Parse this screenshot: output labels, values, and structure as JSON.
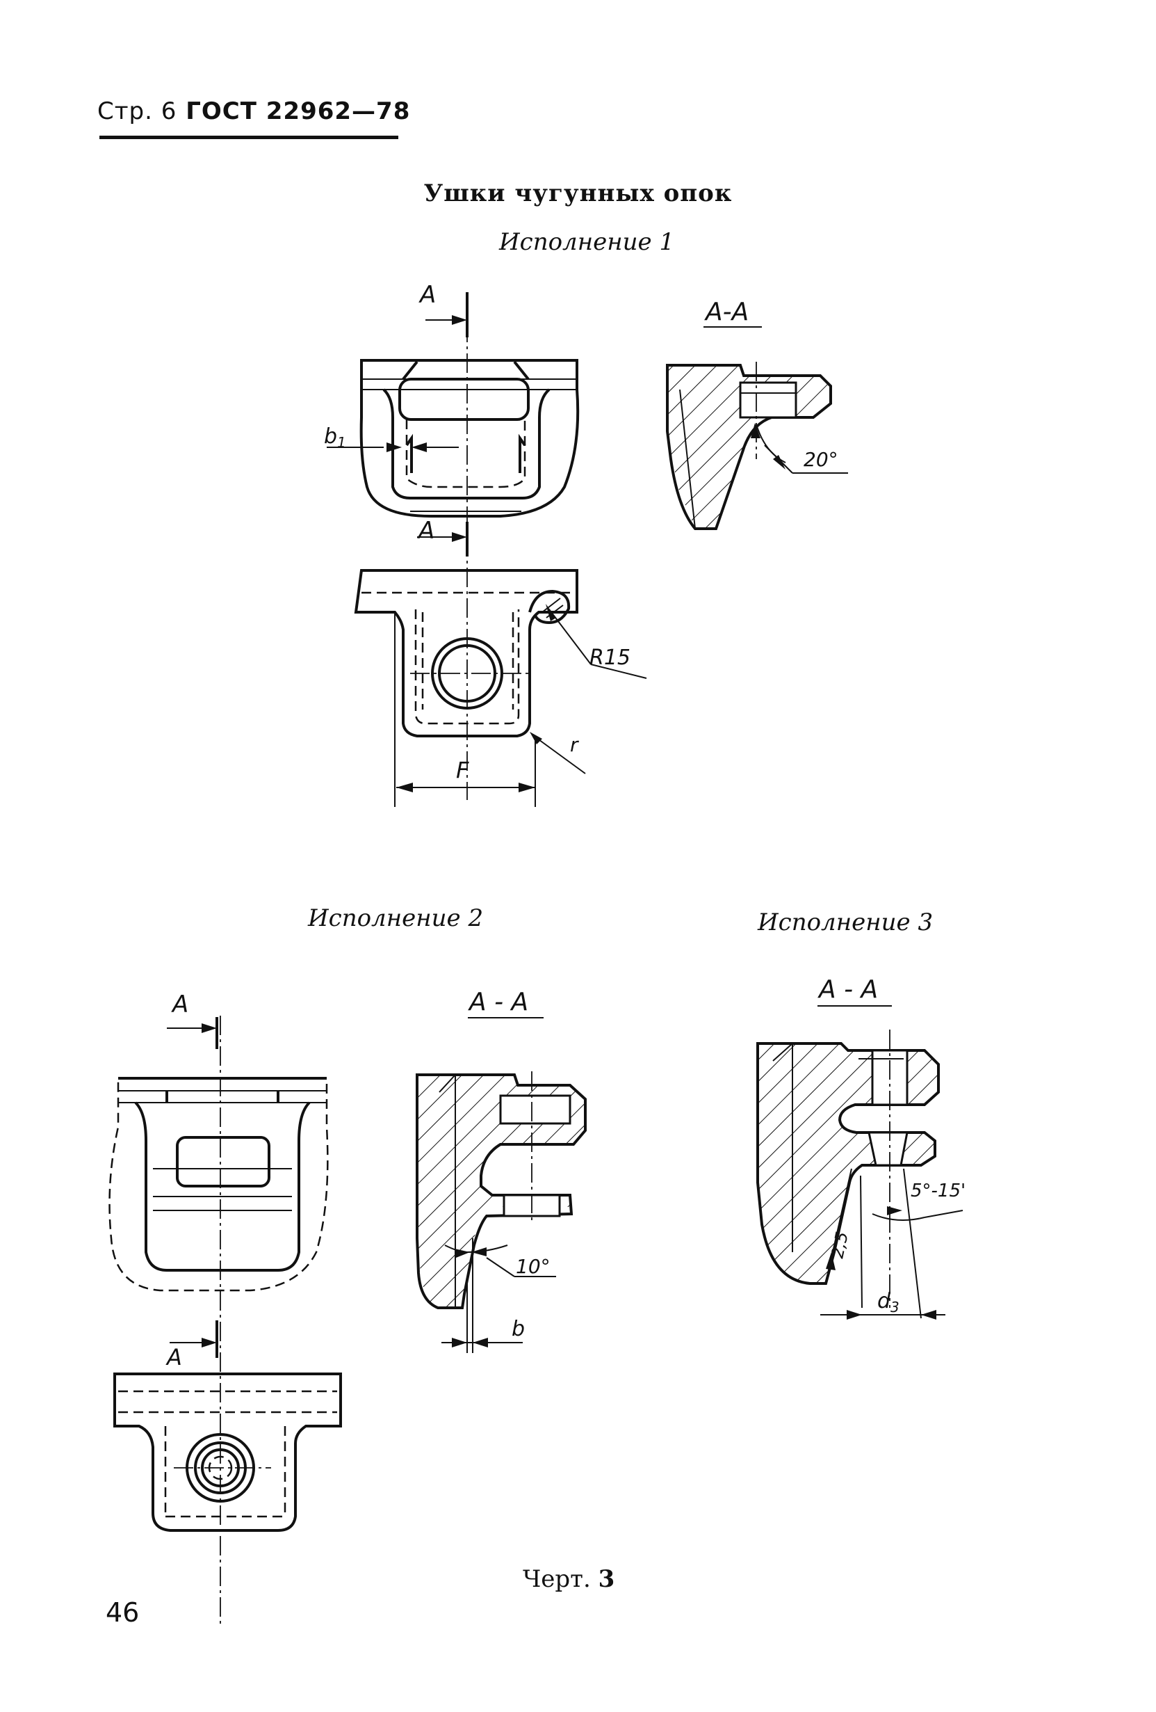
{
  "header": {
    "page_label": "Стр. 6",
    "standard": "ГОСТ 22962—78"
  },
  "title": "Ушки чугунных опок",
  "variants": {
    "v1": {
      "label": "Исполнение 1",
      "section_label": "А-А",
      "cut_label_top": "А",
      "cut_label_bottom": "А",
      "dims": {
        "b1": "b",
        "b1_sub": "1",
        "angle": "20°",
        "radius": "R15",
        "r": "r",
        "F": "F"
      }
    },
    "v2": {
      "label": "Исполнение 2",
      "section_label": "А - А",
      "cut_label_top": "А",
      "cut_label_bottom": "А",
      "dims": {
        "angle": "10°",
        "b": "b"
      }
    },
    "v3": {
      "label": "Исполнение 3",
      "section_label": "А - А",
      "dims": {
        "angle": "5°-15'",
        "length": "2,5",
        "d3": "d",
        "d3_sub": "3"
      }
    }
  },
  "figure_caption": {
    "prefix": "Черт.",
    "number": "3"
  },
  "page_number": "46"
}
